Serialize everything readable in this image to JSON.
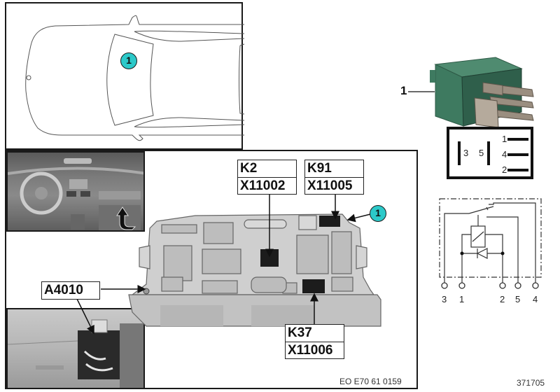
{
  "vehicle_overview": {
    "callout": "1"
  },
  "main_view": {
    "labels": {
      "k2": {
        "top": "K2",
        "bottom": "X11002"
      },
      "k91": {
        "top": "K91",
        "bottom": "X11005"
      },
      "k37": {
        "top": "K37",
        "bottom": "X11006"
      },
      "a4010": {
        "top": "A4010"
      }
    },
    "callout": "1",
    "reference_code": "EO E70 61 0159"
  },
  "relay": {
    "part_callout": "1",
    "colors": {
      "body": "#3e7a60",
      "callout": "#2cc9c9"
    },
    "pinout_box": {
      "left_pins": [
        "3",
        "5"
      ],
      "right_pins": [
        "1",
        "4",
        "2"
      ]
    },
    "schematic": {
      "terminals": [
        "3",
        "1",
        "2",
        "5",
        "4"
      ]
    }
  },
  "footer": {
    "diagram_number": "371705"
  }
}
